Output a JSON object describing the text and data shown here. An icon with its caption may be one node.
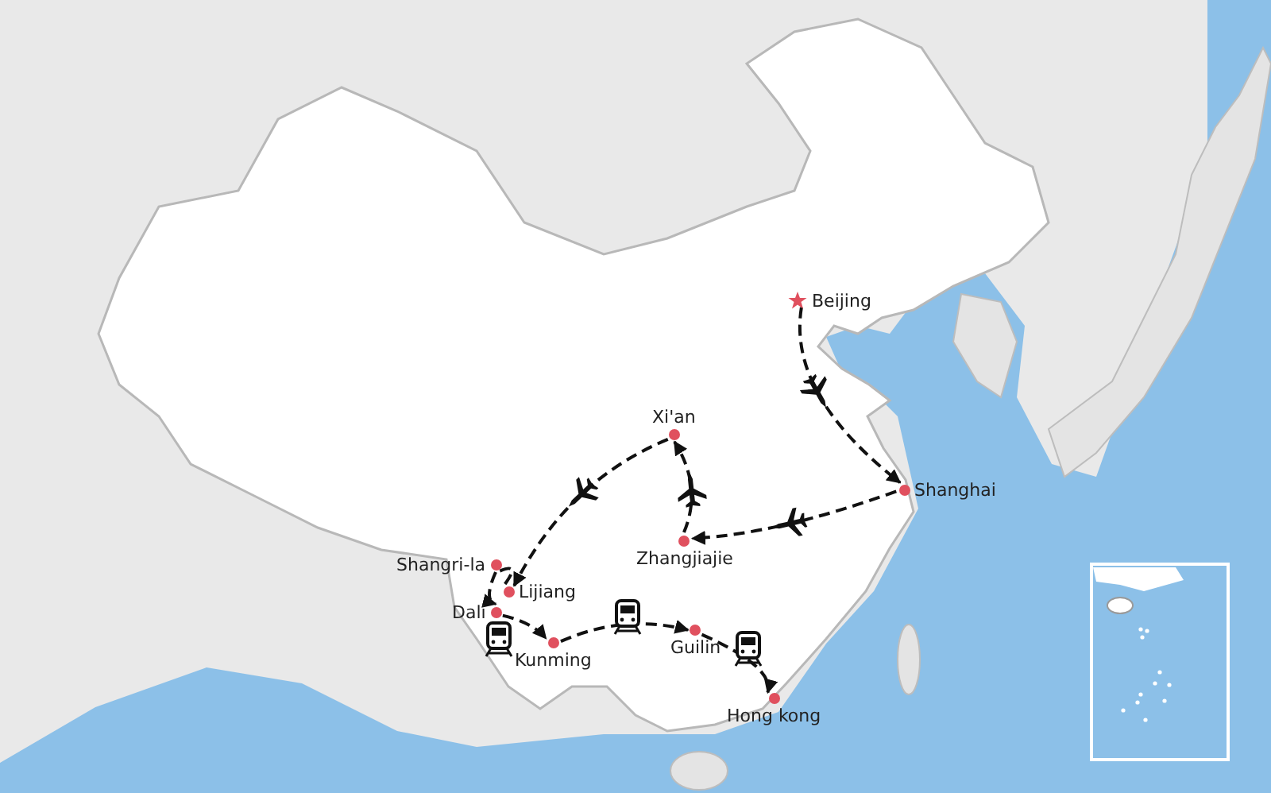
{
  "diagram": {
    "nodes": [
      {
        "text": [
          "Beijing"
        ]
      },
      {
        "text": [
          "Shanghai"
        ]
      },
      {
        "text": [
          "Zhangjiajie"
        ]
      },
      {
        "text": [
          "Xi'an"
        ]
      },
      {
        "text": [
          "Lijiang"
        ]
      },
      {
        "text": [
          "Shangri-la"
        ]
      },
      {
        "text": [
          "Dali"
        ]
      },
      {
        "text": [
          "Kunming"
        ]
      },
      {
        "text": [
          "Guilin"
        ]
      },
      {
        "text": [
          "Hong kong"
        ]
      }
    ],
    "edges": [
      {
        "from": 0,
        "to": 1,
        "arrow": "to",
        "style": "dashed"
      },
      {
        "from": 1,
        "to": 2,
        "arrow": "to",
        "style": "dashed"
      },
      {
        "from": 2,
        "to": 3,
        "arrow": "to",
        "style": "dashed"
      },
      {
        "from": 3,
        "to": 4,
        "arrow": "to",
        "style": "dashed"
      },
      {
        "from": 4,
        "to": 5,
        "arrow": "none",
        "style": "dashed"
      },
      {
        "from": 5,
        "to": 6,
        "arrow": "to",
        "style": "dashed"
      },
      {
        "from": 6,
        "to": 7,
        "arrow": "to",
        "style": "dashed"
      },
      {
        "from": 7,
        "to": 8,
        "arrow": "to",
        "style": "dashed"
      },
      {
        "from": 8,
        "to": 9,
        "arrow": "to",
        "style": "dashed"
      }
    ]
  }
}
